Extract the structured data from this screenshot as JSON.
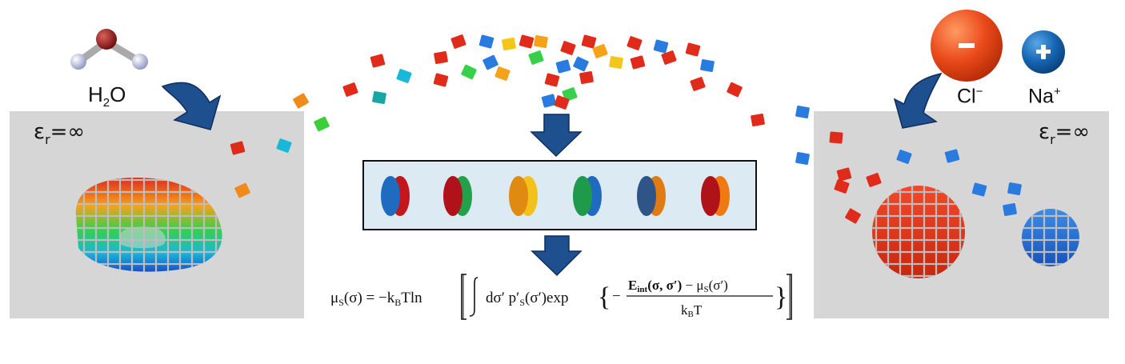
{
  "left_panel": {
    "epsilon_symbol": "ε",
    "epsilon_sub": "r",
    "epsilon_value": "=∞"
  },
  "right_panel": {
    "epsilon_symbol": "ε",
    "epsilon_sub": "r",
    "epsilon_value": "=∞"
  },
  "water": {
    "label_main": "H",
    "label_sub": "2",
    "label_end": "O"
  },
  "ions": {
    "chloride_sign": "−",
    "chloride_label": "Cl",
    "chloride_sup": "−",
    "sodium_sign": "+",
    "sodium_label": "Na",
    "sodium_sup": "+"
  },
  "formula": {
    "lhs": "μS(σ) = −kBTln",
    "integrand": "dσ′ p′S(σ′)exp",
    "numerator": "Eint(σ, σ′) − μS(σ′)",
    "denominator": "kBT"
  },
  "colors": {
    "panel_bg": "#d6d6d6",
    "arrow_blue": "#1e4f8f",
    "chloride": "#e8401c",
    "sodium": "#1565b0",
    "pair_box_bg": "#dbeaf3"
  }
}
